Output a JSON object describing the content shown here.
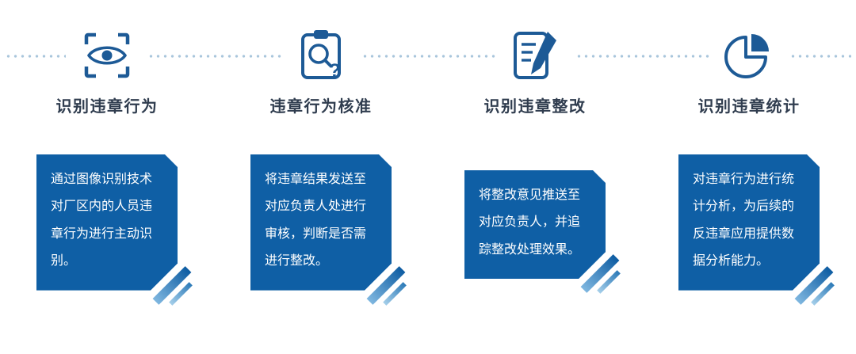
{
  "steps": [
    {
      "icon": "scan-eye-icon",
      "title": "识别违章行为",
      "description": "通过图像识别技术对厂区内的人员违章行为进行主动识别。"
    },
    {
      "icon": "clipboard-search-icon",
      "title": "违章行为核准",
      "description": "将违章结果发送至对应负责人处进行审核，判断是否需进行整改。"
    },
    {
      "icon": "document-edit-icon",
      "title": "识别违章整改",
      "description": "将整改意见推送至对应负责人，并追踪整改处理效果。"
    },
    {
      "icon": "pie-chart-icon",
      "title": "识别违章统计",
      "description": "对违章行为进行统计分析，为后续的反违章应用提供数据分析能力。"
    }
  ],
  "colors": {
    "icon_blue": "#1d5a96",
    "card_blue": "#0f5fa5",
    "title_text": "#303d4f",
    "dotted_line": "#a9c6dc"
  }
}
